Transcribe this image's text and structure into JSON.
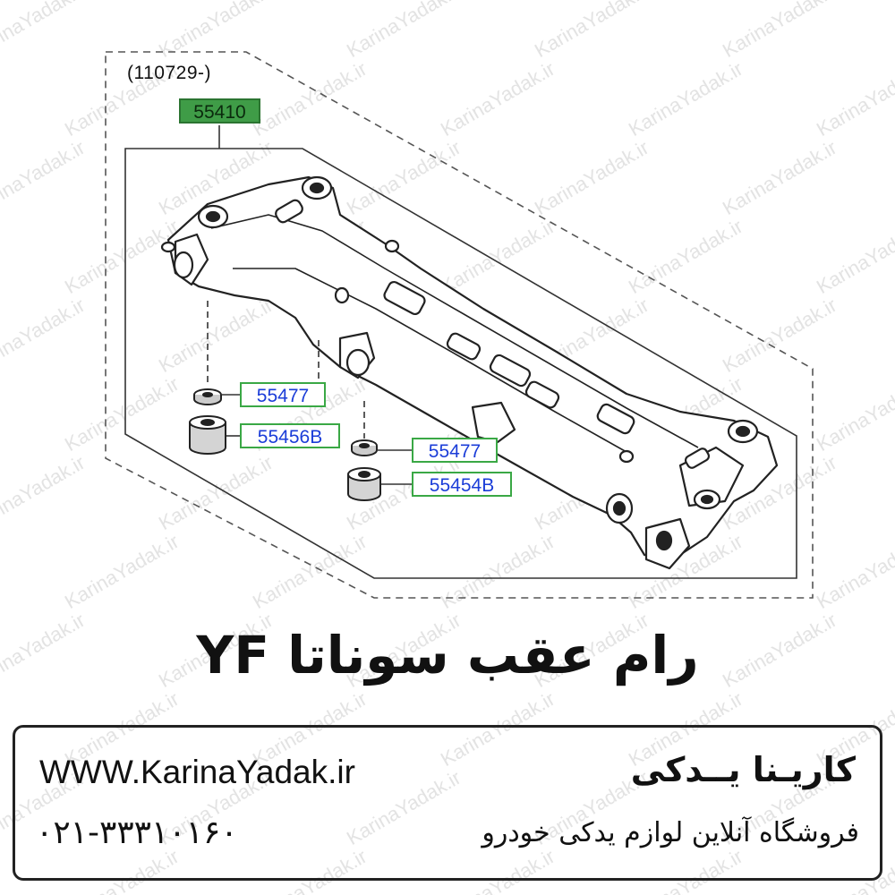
{
  "watermark": {
    "text": "KarinaYadak.ir"
  },
  "diagram": {
    "date_code": "(110729-)",
    "main_part": "55410",
    "parts": [
      {
        "id": "p1",
        "number": "55477"
      },
      {
        "id": "p2",
        "number": "55456B"
      },
      {
        "id": "p3",
        "number": "55477"
      },
      {
        "id": "p4",
        "number": "55454B"
      }
    ],
    "colors": {
      "main_label_bg": "#3f9c47",
      "label_border": "#3aa845",
      "label_text": "#1b3dd8"
    }
  },
  "title": "رام عقب سوناتا YF",
  "footer": {
    "url": "WWW.KarinaYadak.ir",
    "phone": "۰۲۱-۳۳۳۱۰۱۶۰",
    "shop_name": "کاریـنا یــدکی",
    "tagline": "فروشگاه آنلاین لوازم یدکی خودرو"
  }
}
